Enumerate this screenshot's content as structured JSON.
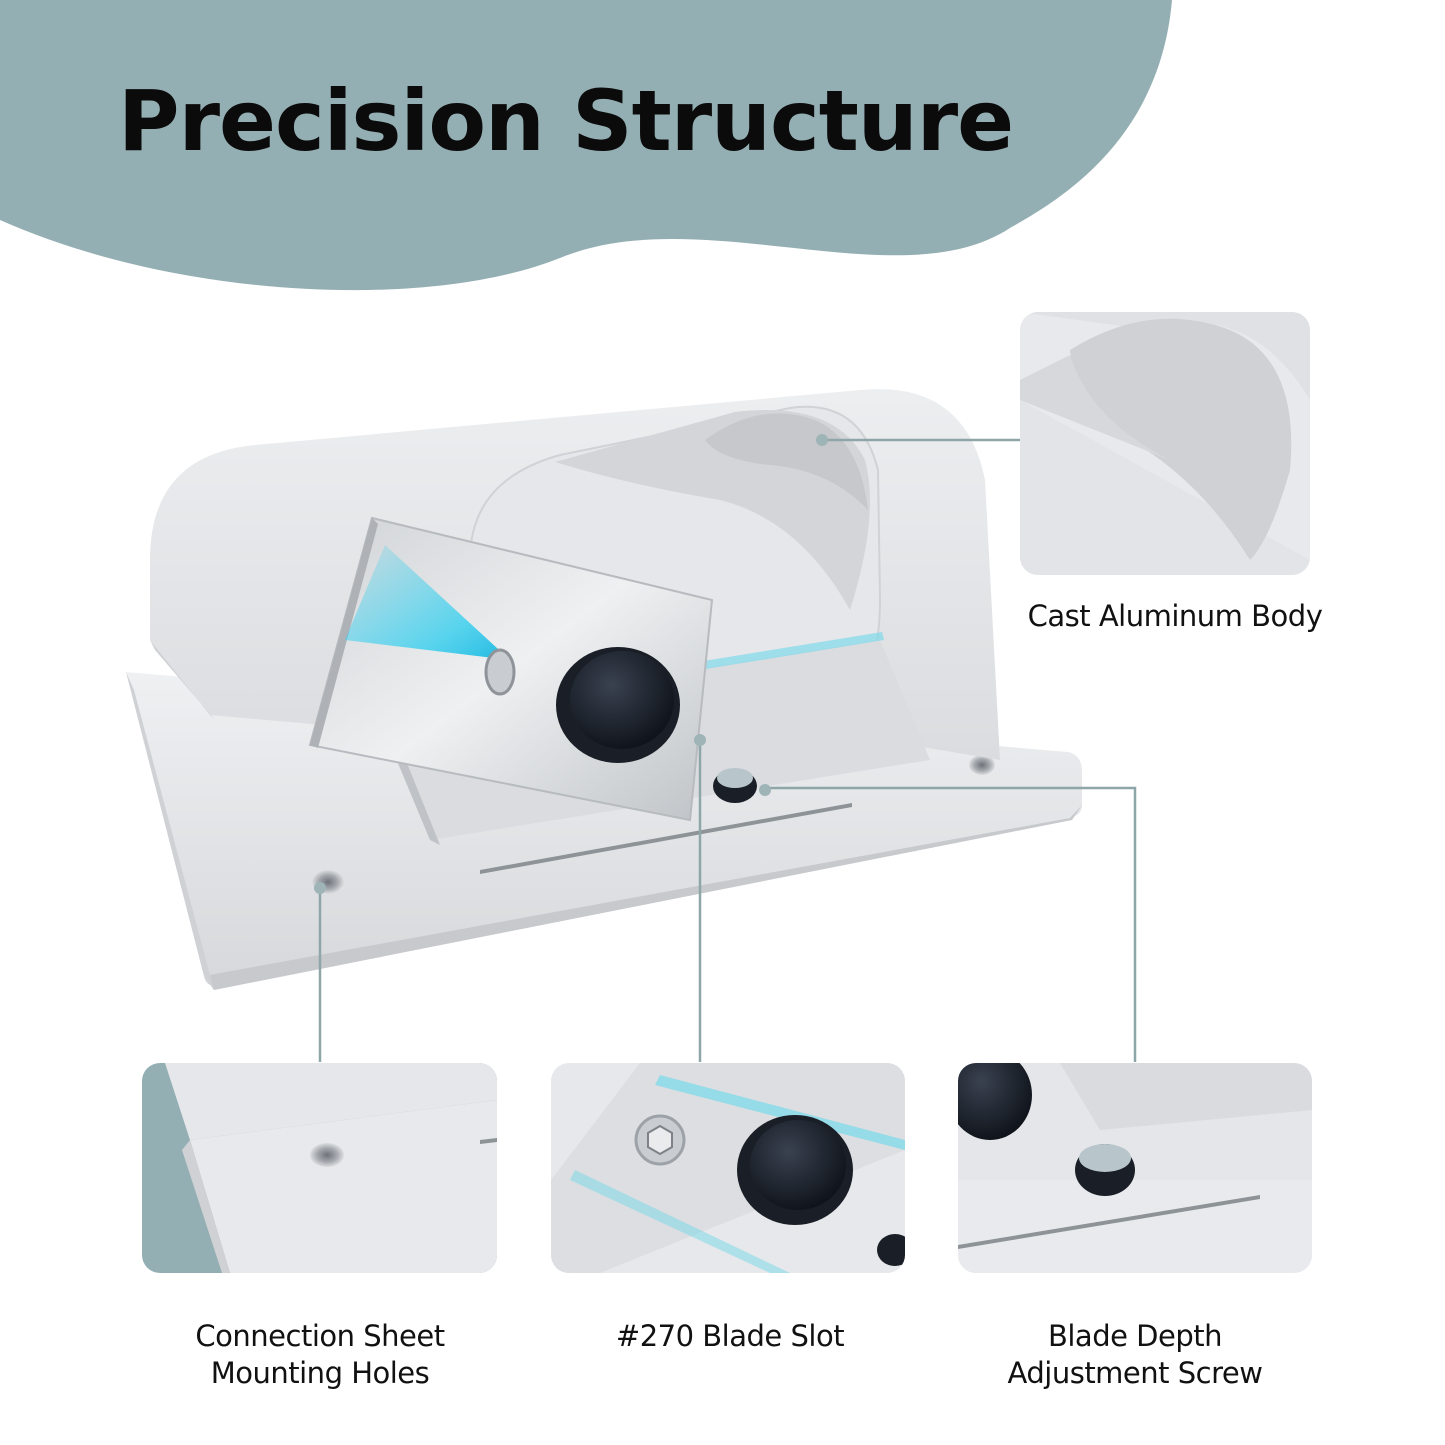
{
  "header": {
    "title": "Precision Structure"
  },
  "callouts": {
    "body": {
      "label": "Cast Aluminum Body"
    },
    "holes": {
      "line1": "Connection Sheet",
      "line2": "Mounting Holes"
    },
    "slot": {
      "label": "#270 Blade Slot"
    },
    "screw": {
      "line1": "Blade Depth",
      "line2": "Adjustment Screw"
    }
  },
  "colors": {
    "banner": "#94afb3",
    "aluminum": "#e4e5e8",
    "leader": "#8fa6a8",
    "blade_highlight": "#3fd0ee"
  },
  "icons": [
    "cutter-product-image",
    "thumb-knob-icon",
    "hex-screw-icon"
  ]
}
